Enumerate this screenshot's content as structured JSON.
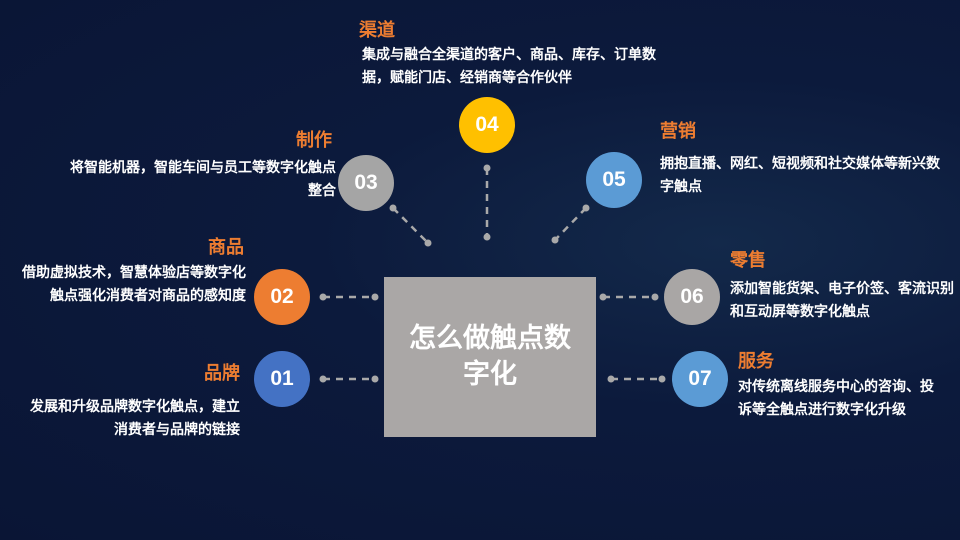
{
  "center": {
    "title": "怎么做触点数字化"
  },
  "colors": {
    "title": "#ed7d31",
    "c01": "#4472c4",
    "c02": "#ed7d31",
    "c03": "#a5a5a5",
    "c04": "#ffc000",
    "c05": "#5b9bd5",
    "c06": "#a9a6a5",
    "c07": "#5b9bd5"
  },
  "items": [
    {
      "num": "01",
      "title": "品牌",
      "desc": "发展和升级品牌数字化触点，建立消费者与品牌的链接"
    },
    {
      "num": "02",
      "title": "商品",
      "desc": "借助虚拟技术，智慧体验店等数字化触点强化消费者对商品的感知度"
    },
    {
      "num": "03",
      "title": "制作",
      "desc": "将智能机器，智能车间与员工等数字化触点整合"
    },
    {
      "num": "04",
      "title": "渠道",
      "desc": "集成与融合全渠道的客户、商品、库存、订单数据，赋能门店、经销商等合作伙伴"
    },
    {
      "num": "05",
      "title": "营销",
      "desc": "拥抱直播、网红、短视频和社交媒体等新兴数字触点"
    },
    {
      "num": "06",
      "title": "零售",
      "desc": "添加智能货架、电子价签、客流识别和互动屏等数字化触点"
    },
    {
      "num": "07",
      "title": "服务",
      "desc": "对传统离线服务中心的咨询、投诉等全触点进行数字化升级"
    }
  ]
}
